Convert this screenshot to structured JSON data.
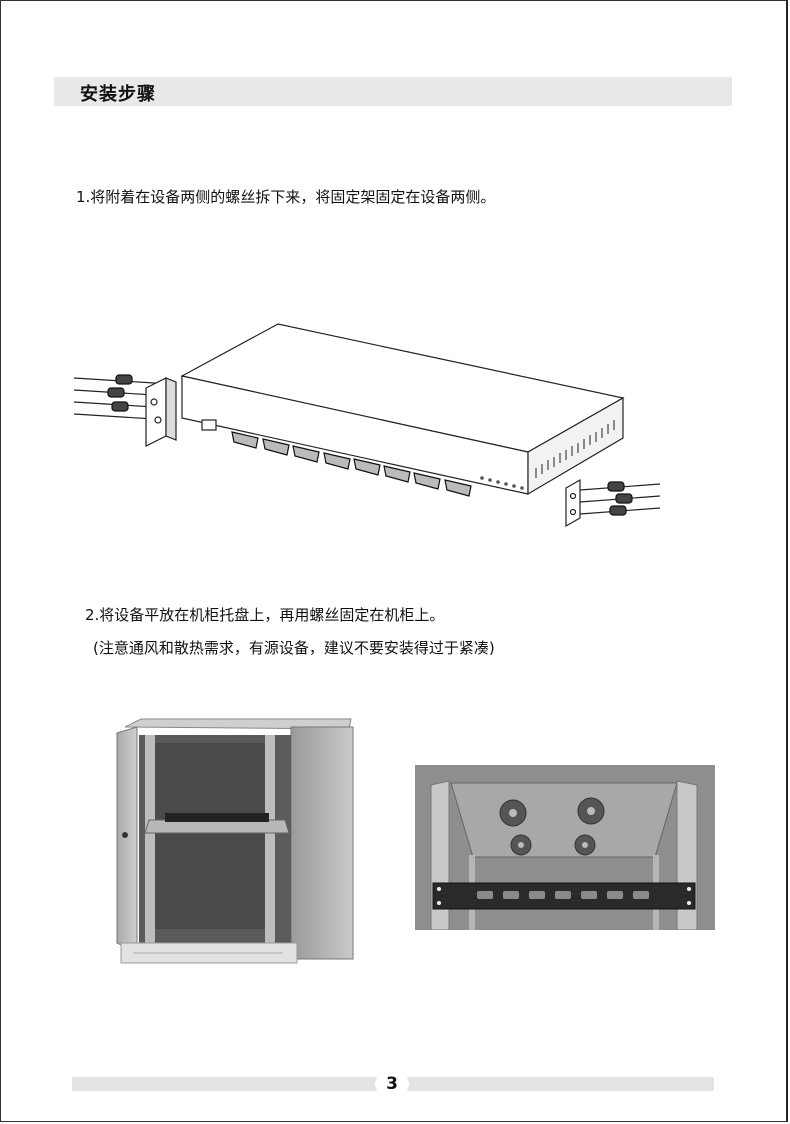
{
  "section": {
    "title": "安装步骤"
  },
  "steps": [
    {
      "text": "1.将附着在设备两侧的螺丝拆下来，将固定架固定在设备两侧。"
    },
    {
      "text": "2.将设备平放在机柜托盘上，再用螺丝固定在机柜上。"
    }
  ],
  "note": "(注意通风和散热需求，有源设备，建议不要安装得过于紧凑)",
  "figures": [
    {
      "name": "device-bracket-illustration"
    },
    {
      "name": "cabinet-photo"
    },
    {
      "name": "rack-mounted-device-photo"
    }
  ],
  "footer": {
    "page_number": "3"
  }
}
